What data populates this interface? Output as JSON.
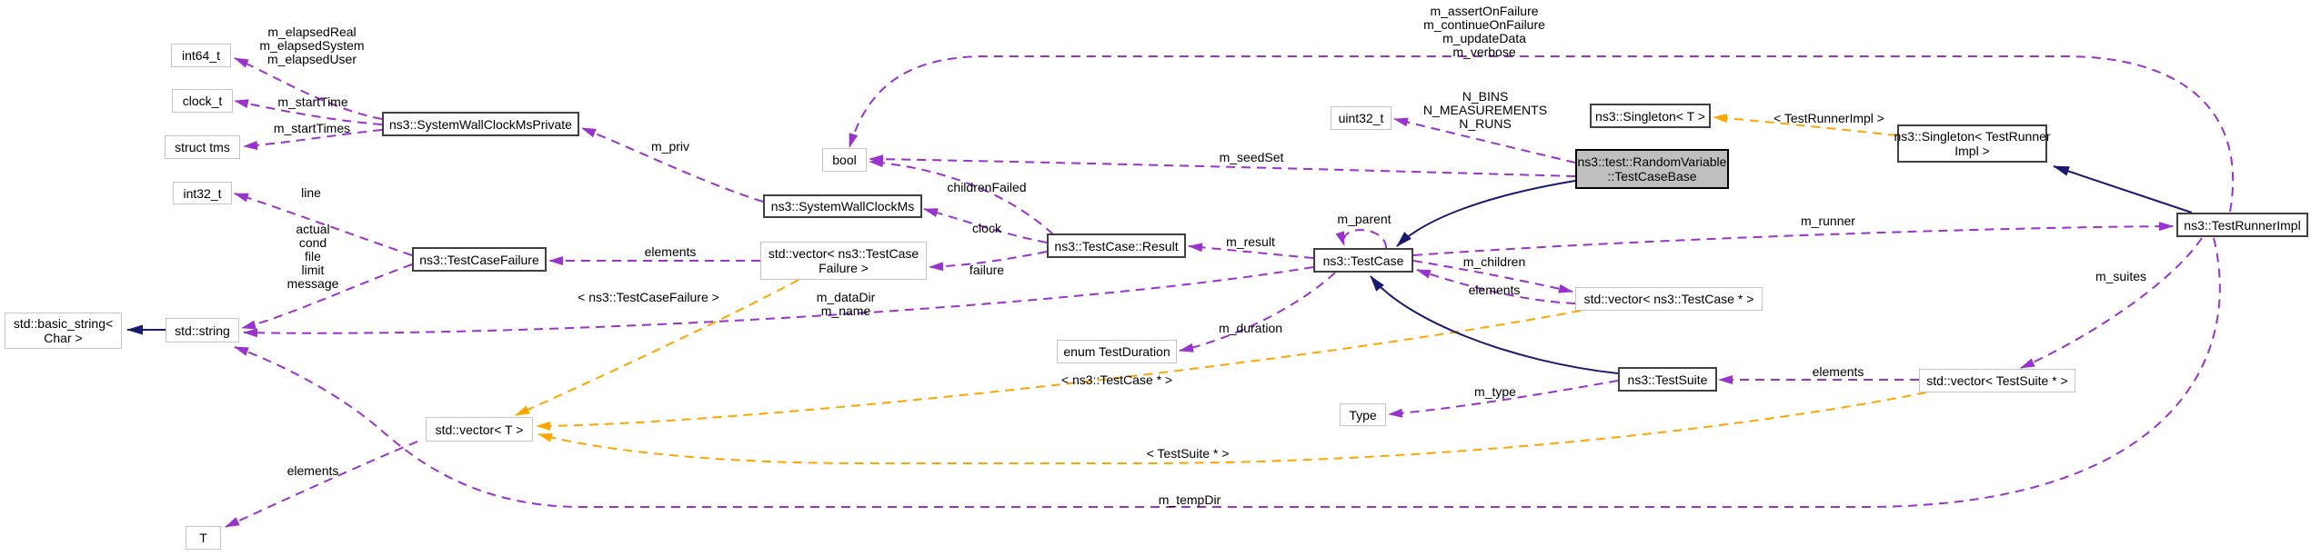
{
  "diagram_type": "doxygen-collaboration-graph",
  "colors": {
    "member_edge": "#9a32cd",
    "template_edge": "#ffa500",
    "inheritance_edge": "#191970",
    "focus_node_fill": "#bfbfbf"
  },
  "nodes": {
    "int64_t": {
      "label": "int64_t"
    },
    "clock_t": {
      "label": "clock_t"
    },
    "struct_tms": {
      "label": "struct tms"
    },
    "int32_t": {
      "label": "int32_t"
    },
    "system_wall_clock_ms_private": {
      "label": "ns3::SystemWallClockMsPrivate"
    },
    "basic_string": {
      "line1": "std::basic_string<",
      "line2": "Char >"
    },
    "string": {
      "label": "std::string"
    },
    "t": {
      "label": "T"
    },
    "vector_t": {
      "label": "std::vector< T >"
    },
    "vector_test_case_failure": {
      "line1": "std::vector< ns3::TestCase",
      "line2": "Failure >"
    },
    "system_wall_clock_ms": {
      "label": "ns3::SystemWallClockMs"
    },
    "bool": {
      "label": "bool"
    },
    "test_case_failure": {
      "label": "ns3::TestCaseFailure"
    },
    "test_case_result": {
      "label": "ns3::TestCase::Result"
    },
    "test_case": {
      "label": "ns3::TestCase"
    },
    "uint32_t": {
      "label": "uint32_t"
    },
    "singleton_t": {
      "label": "ns3::Singleton< T >"
    },
    "random_variable_test_case_base": {
      "line1": "ns3::test::RandomVariable",
      "line2": "::TestCaseBase"
    },
    "singleton_test_runner_impl": {
      "line1": "ns3::Singleton< TestRunner",
      "line2": "Impl >"
    },
    "test_runner_impl": {
      "label": "ns3::TestRunnerImpl"
    },
    "vector_test_case_ptr": {
      "label": "std::vector< ns3::TestCase * >"
    },
    "test_suite": {
      "label": "ns3::TestSuite"
    },
    "vector_test_suite_ptr": {
      "label": "std::vector< TestSuite * >"
    },
    "enum_test_duration": {
      "label": "enum TestDuration"
    },
    "type": {
      "label": "Type"
    }
  },
  "edge_labels": {
    "elapsed": {
      "line1": "m_elapsedReal",
      "line2": "m_elapsedSystem",
      "line3": "m_elapsedUser"
    },
    "start_time": {
      "label": "m_startTime"
    },
    "start_times": {
      "label": "m_startTimes"
    },
    "priv": {
      "label": "m_priv"
    },
    "line": {
      "label": "line"
    },
    "failure_fields": {
      "line1": "actual",
      "line2": "cond",
      "line3": "file",
      "line4": "limit",
      "line5": "message"
    },
    "elements_failures": {
      "label": "elements"
    },
    "tmpl_test_case_failure": {
      "label": "< ns3::TestCaseFailure >"
    },
    "data_dir_name": {
      "line1": "m_dataDir",
      "line2": "m_name"
    },
    "children_failed": {
      "label": "childrenFailed"
    },
    "clock": {
      "label": "clock"
    },
    "failure": {
      "label": "failure"
    },
    "seed_set": {
      "label": "m_seedSet"
    },
    "result": {
      "label": "m_result"
    },
    "parent": {
      "label": "m_parent"
    },
    "children": {
      "label": "m_children"
    },
    "elements_children": {
      "label": "elements"
    },
    "duration": {
      "label": "m_duration"
    },
    "tmpl_test_case_ptr": {
      "label": "< ns3::TestCase * >"
    },
    "type": {
      "label": "m_type"
    },
    "n_bins": {
      "line1": "N_BINS",
      "line2": "N_MEASUREMENTS",
      "line3": "N_RUNS"
    },
    "runner_flags": {
      "line1": "m_assertOnFailure",
      "line2": "m_continueOnFailure",
      "line3": "m_updateData",
      "line4": "m_verbose"
    },
    "tmpl_test_runner_impl": {
      "label": "< TestRunnerImpl >"
    },
    "runner": {
      "label": "m_runner"
    },
    "suites": {
      "label": "m_suites"
    },
    "elements_suites": {
      "label": "elements"
    },
    "elements_t": {
      "label": "elements"
    },
    "tmpl_test_suite_ptr": {
      "label": "< TestSuite * >"
    },
    "temp_dir": {
      "label": "m_tempDir"
    }
  }
}
